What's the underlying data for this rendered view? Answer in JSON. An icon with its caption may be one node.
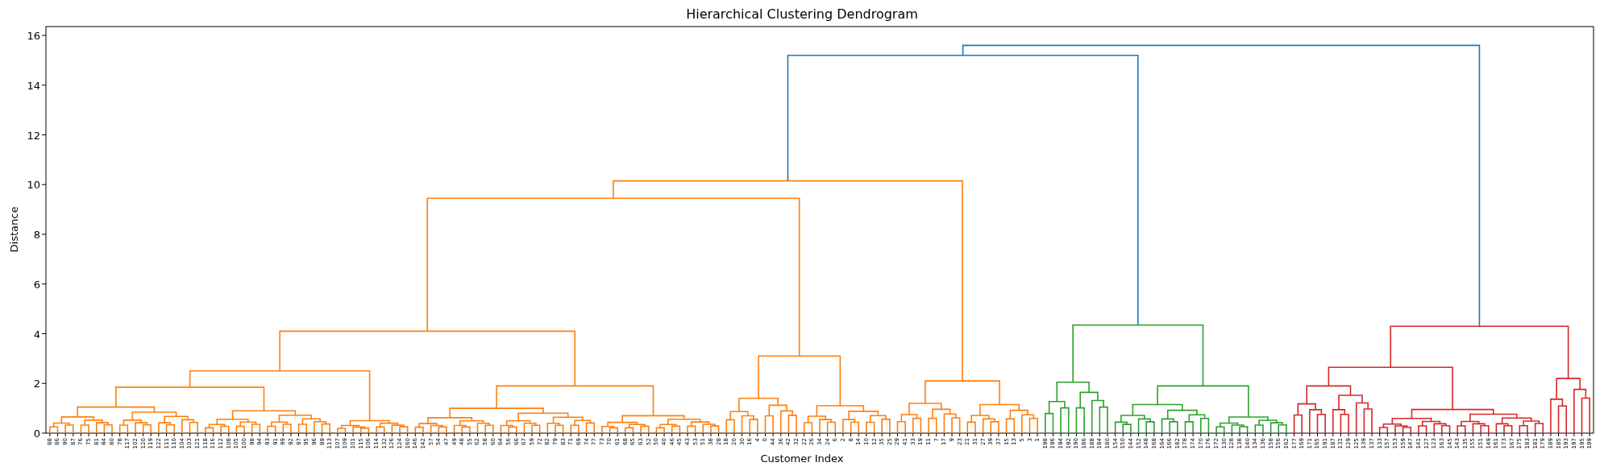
{
  "diagram": {
    "title": "Hierarchical Clustering Dendrogram",
    "labels": [
      "Distance",
      "16",
      "14",
      "12",
      "10",
      "8",
      "6",
      "4",
      "2",
      "0",
      "88",
      "86",
      "90",
      "87",
      "76",
      "75",
      "81",
      "84",
      "80",
      "78",
      "117",
      "102",
      "120",
      "119",
      "122",
      "111",
      "110",
      "104",
      "103",
      "121",
      "118",
      "116",
      "112",
      "108",
      "105",
      "100",
      "98",
      "94",
      "93",
      "91",
      "99",
      "92",
      "97",
      "95",
      "96",
      "89",
      "113",
      "107",
      "109",
      "101",
      "115",
      "106",
      "114",
      "132",
      "126",
      "124",
      "160",
      "146",
      "142",
      "57",
      "54",
      "47",
      "49",
      "48",
      "55",
      "62",
      "58",
      "60",
      "64",
      "56",
      "66",
      "67",
      "59",
      "72",
      "82",
      "79",
      "83",
      "71",
      "69",
      "74",
      "77",
      "73",
      "70",
      "61",
      "68",
      "65",
      "63",
      "52",
      "50",
      "40",
      "46",
      "45",
      "43",
      "53",
      "51",
      "38",
      "28",
      "18",
      "20",
      "30",
      "16",
      "4",
      "0",
      "44",
      "36",
      "42",
      "32",
      "22",
      "26",
      "34",
      "24",
      "6",
      "2",
      "8",
      "14",
      "10",
      "12",
      "35",
      "25",
      "29",
      "41",
      "33",
      "19",
      "11",
      "7",
      "17",
      "9",
      "23",
      "21",
      "31",
      "27",
      "39",
      "37",
      "15",
      "13",
      "5",
      "3",
      "1",
      "198",
      "196",
      "194",
      "192",
      "190",
      "186",
      "188",
      "184",
      "180",
      "154",
      "150",
      "144",
      "152",
      "148",
      "168",
      "164",
      "166",
      "182",
      "178",
      "174",
      "170",
      "176",
      "172",
      "130",
      "128",
      "138",
      "140",
      "134",
      "136",
      "158",
      "156",
      "162",
      "177",
      "169",
      "171",
      "165",
      "191",
      "187",
      "131",
      "129",
      "125",
      "139",
      "137",
      "133",
      "157",
      "153",
      "159",
      "147",
      "141",
      "127",
      "123",
      "163",
      "145",
      "143",
      "135",
      "155",
      "151",
      "149",
      "161",
      "173",
      "167",
      "175",
      "183",
      "181",
      "179",
      "189",
      "185",
      "193",
      "197",
      "195",
      "199",
      "Customer Index"
    ]
  }
}
